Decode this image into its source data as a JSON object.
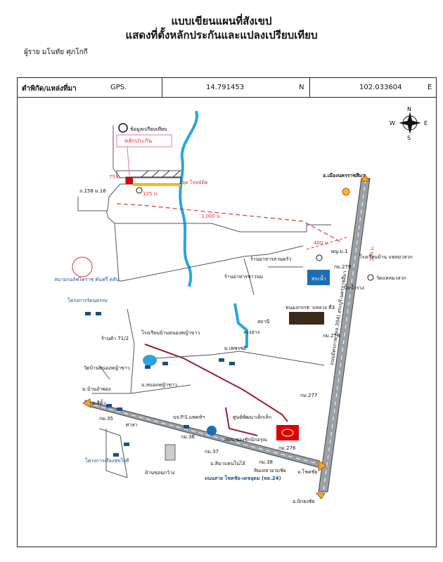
{
  "header": {
    "title_line1": "แบบเขียนแผนที่สังเขป",
    "title_line2": "แสดงที่ตั้งหลักประกันและแปลงเปรียบเทียบ",
    "signer": "ผู้ราย  มโนทัย  ศุภโกกี"
  },
  "gps": {
    "location_label": "ตำพิกัด/แหล่งที่มา",
    "source": "GPS.",
    "latitude": "14.791453",
    "lat_dir": "N",
    "longitude": "102.033604",
    "lon_dir": "E"
  },
  "compass": {
    "n": "N",
    "s": "S",
    "e": "E",
    "w": "W"
  },
  "legend": {
    "comparison": "ข้อมูลเปรียบเทียบ",
    "collateral": "หลักประกัน"
  },
  "distances": {
    "d75": "75 ม.",
    "d125": "125 ม.",
    "d1000": "1,000 ม.",
    "d400": "400 ม.",
    "d200": "200 ม."
  },
  "labels": {
    "start_point": "จุด โจทย์ติด",
    "road_158": "ถ.158 ม.16",
    "to_muang_korat": "อ.เมืองนครราชสีมา",
    "sp_village": "ผญ.ม.1",
    "km279": "กม.279",
    "school_ban": "โรงเรียนบ้าน แหลมวลวก",
    "wat_wwk": "วัดแหลมวลวก",
    "pump_station": "ปั้มน้ำรวง",
    "restaurant1": "ร้านอาหารสวนครัว",
    "restaurant2": "ร้านอาหารชาวนม",
    "museum": "สนามกอล์ฟโคราช คันทรี่ คลับ",
    "water_tank": "สระน้ำ",
    "soldier_camp": "หนองกรกช าเหลวง ที่3",
    "project_rada": "โครงการรัดนธรรม",
    "highway_name": "ถนนมิตรภาพ (ทล.304) สระบุรี-นครราชสีมา",
    "km278": "กม.278",
    "water_plant": "สถานี",
    "school_nong": "โรงเรียนบ้านหนองหญ้าขาว",
    "shop_71": "ร้านค้า 71/2",
    "wat_nong": "วัดบ้านหนองหญ้าขาว",
    "ban_nong": "บ.หนองหญ้าขาว",
    "mooban_1": "ม.เพชรชดี",
    "mooban_2": "ม.บ้านอำพอง",
    "to_sikhio": "อ.สีคิ้ว",
    "km35": "กม.35",
    "ps_company": "บจ.P.S.แพคห์ฯ",
    "km36": "กม.36",
    "km37": "กม.37",
    "km38": "กม.38",
    "km277": "กม.277",
    "km276": "กม.276",
    "sala": "ศาลา",
    "dev_center": "ศูนย์พัฒนาเด็กเล็ก",
    "ptt": "ถนน.ของชักนักอรุณ",
    "project_rueng": "โครงการเรืองสุขใจดี",
    "ban_khon": "บ้านขอนกว้าง",
    "simmi": "บ.สิมาแคนโนไล้",
    "sukhothai": "สินเทลาอวบชัย",
    "to_chokchai": "อ.โชคชัย",
    "to_pakthongchai": "อ.ปักธงชัย",
    "route24": "ถนนสาย โชคชัย-เดชอุดม (ทล.24)",
    "ban_sang": "สะงอ่าง"
  }
}
